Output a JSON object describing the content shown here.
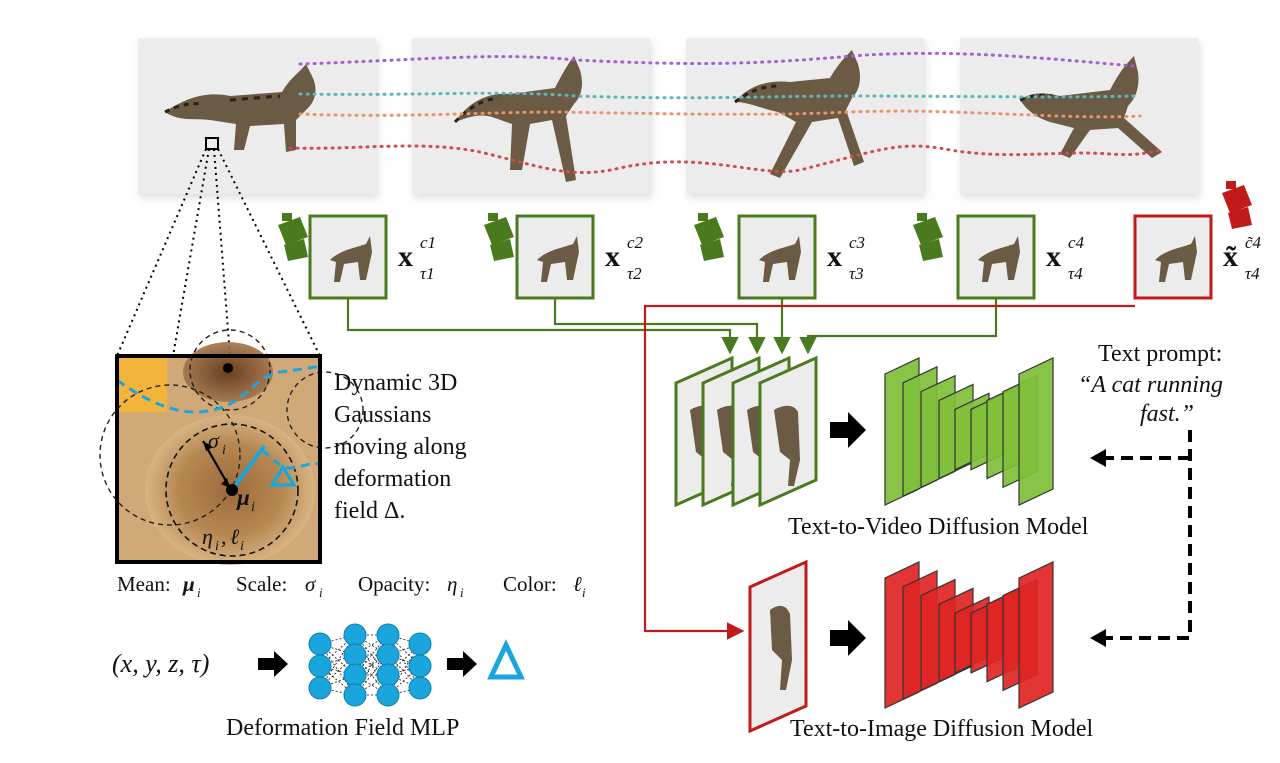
{
  "frames": [
    {
      "label_base": "x",
      "superscript": "c1",
      "subscript": "τ1"
    },
    {
      "label_base": "x",
      "superscript": "c2",
      "subscript": "τ2"
    },
    {
      "label_base": "x",
      "superscript": "c3",
      "subscript": "τ3"
    },
    {
      "label_base": "x",
      "superscript": "c4",
      "subscript": "τ4"
    },
    {
      "label_base": "x̃",
      "superscript": "c̃4",
      "subscript": "τ4"
    }
  ],
  "gaussian": {
    "description_lines": [
      "Dynamic 3D",
      "Gaussians",
      "moving along",
      "deformation",
      "field Δ."
    ],
    "sigma_label": "σ",
    "sigma_sub": "i",
    "mu_label": "μ",
    "mu_sub": "i",
    "eta_l_label": "η",
    "eta_l_rest": "i",
    "l_label": "ℓ",
    "l_sub": "i",
    "delta_symbol": "Δ"
  },
  "legend": {
    "mean": "Mean:",
    "scale": "Scale:",
    "opacity": "Opacity:",
    "color": "Color:"
  },
  "mlp": {
    "input": "(x, y, z, τ)",
    "caption": "Deformation Field MLP",
    "output": "Δ"
  },
  "prompt": {
    "title": "Text prompt:",
    "line1": "“A cat running",
    "line2": "fast.”"
  },
  "models": {
    "video": "Text-to-Video Diffusion Model",
    "image": "Text-to-Image Diffusion Model"
  },
  "colors": {
    "green": "#4a7a1e",
    "red": "#c11a1a",
    "cyan": "#1aa6dd",
    "video_layer": "#7fbf3a",
    "image_layer": "#e02424"
  }
}
